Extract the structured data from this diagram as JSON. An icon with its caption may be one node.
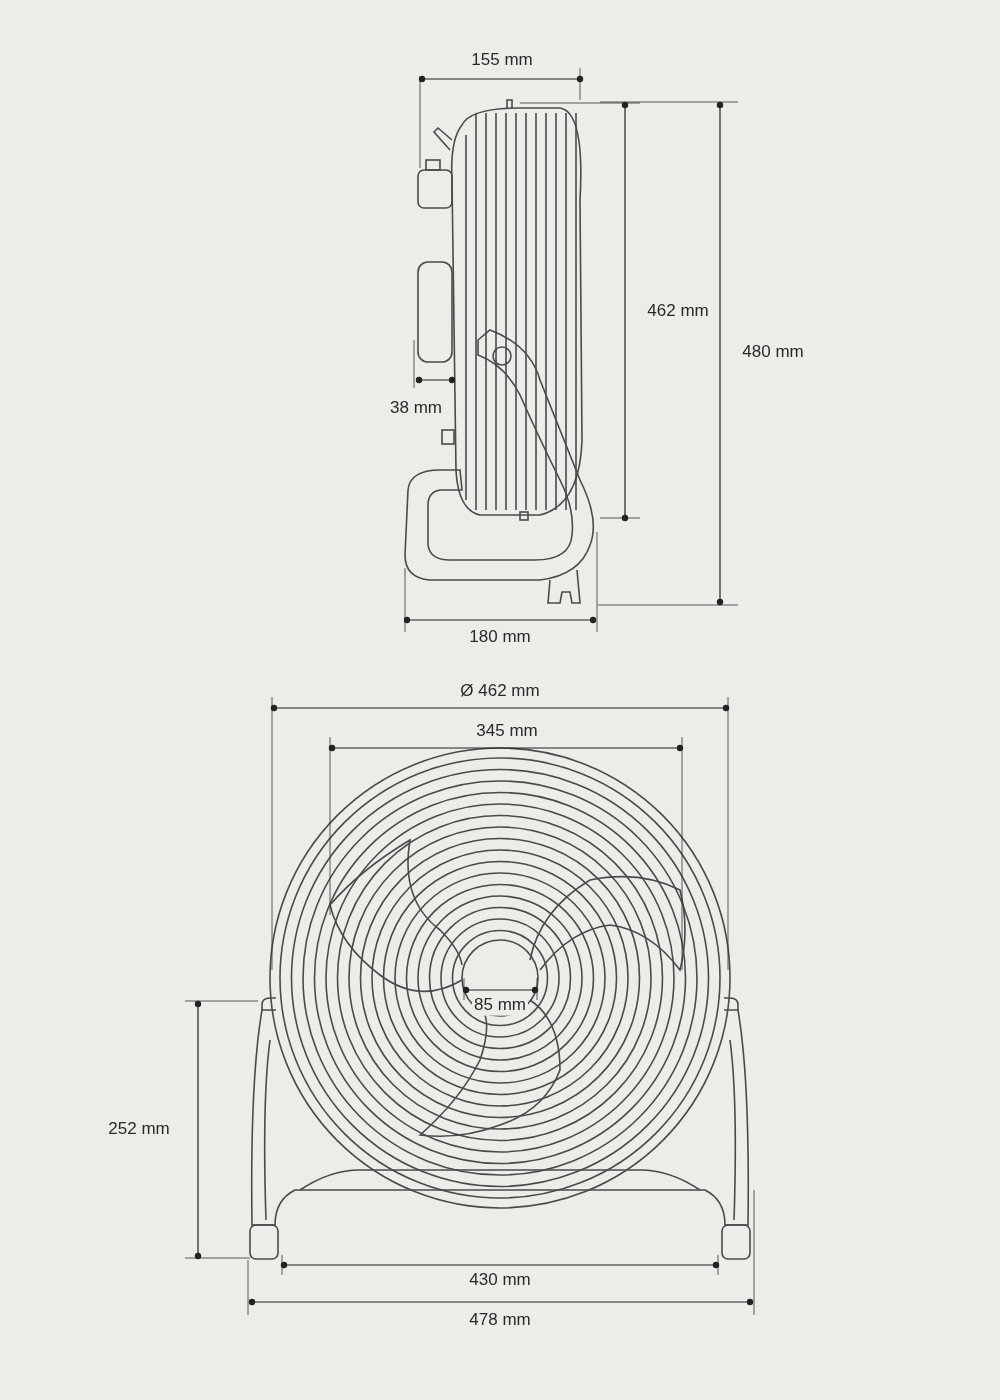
{
  "diagram": {
    "labels": [
      "155 mm",
      "462 mm",
      "480 mm",
      "38 mm",
      "180 mm",
      "Ø 462 mm",
      "345 mm",
      "85 mm",
      "252 mm",
      "430 mm",
      "478 mm"
    ]
  }
}
